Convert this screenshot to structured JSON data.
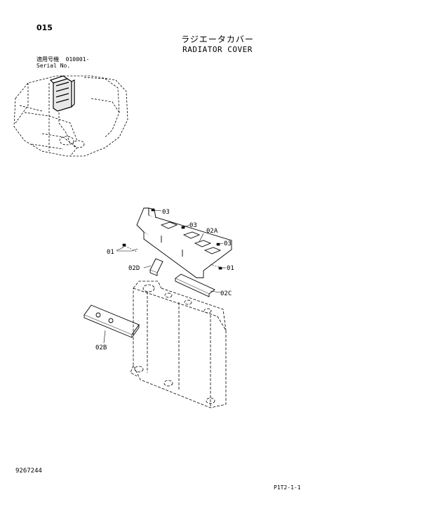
{
  "header": {
    "page_number": "015",
    "title_jp": "ラジエータカバー",
    "title_en": "RADIATOR COVER"
  },
  "serial": {
    "label_jp": "適用号機",
    "value": "010001-",
    "label_en": "Serial No."
  },
  "callouts": {
    "c01_left": "01",
    "c01_right": "01",
    "c02A": "02A",
    "c02B": "02B",
    "c02C": "02C",
    "c02D": "02D",
    "c03_top": "03",
    "c03_mid": "03",
    "c03_right": "03"
  },
  "footer": {
    "document_number": "9267244",
    "figure_reference": "P1T2-1-1"
  }
}
